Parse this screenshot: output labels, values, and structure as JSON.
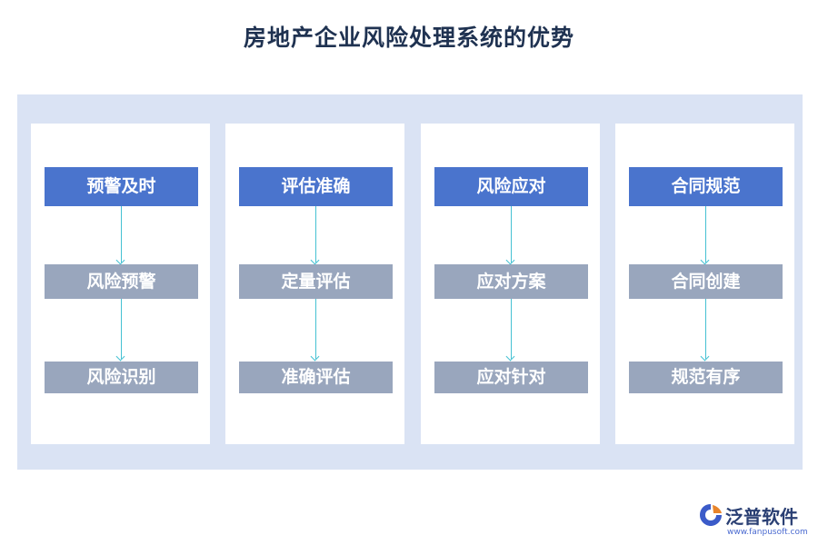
{
  "title": "房地产企业风险处理系统的优势",
  "columns": [
    {
      "head": "预警及时",
      "mid": "风险预警",
      "bot": "风险识别"
    },
    {
      "head": "评估准确",
      "mid": "定量评估",
      "bot": "准确评估"
    },
    {
      "head": "风险应对",
      "mid": "应对方案",
      "bot": "应对针对"
    },
    {
      "head": "合同规范",
      "mid": "合同创建",
      "bot": "规范有序"
    }
  ],
  "logo": {
    "name": "泛普软件",
    "url": "www.fanpusoft.com"
  },
  "colors": {
    "title": "#1f3251",
    "panel": "#dae3f4",
    "head_box": "#4a74cd",
    "sub_box": "#99a6bd",
    "arrow": "#45c1d3"
  }
}
